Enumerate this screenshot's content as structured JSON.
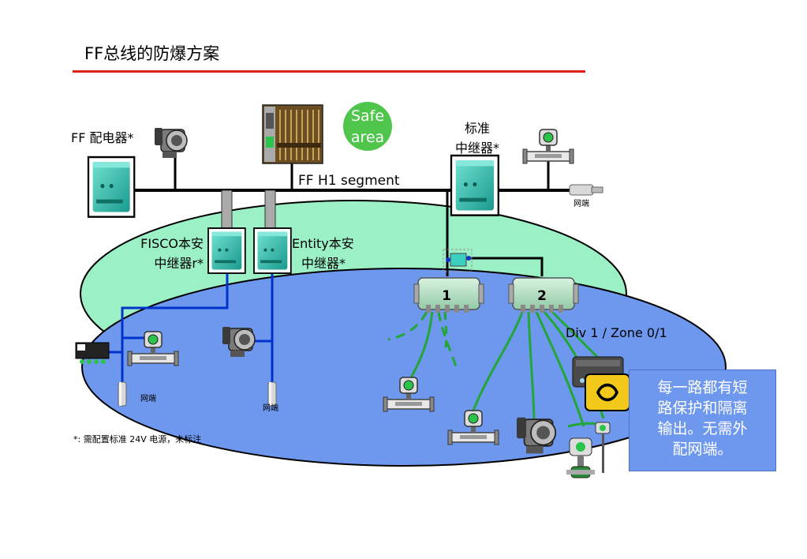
{
  "title": "FF总线的防爆方案",
  "labels": {
    "safe_area": [
      "Safe",
      "area"
    ],
    "ff_power": "FF 配电器*",
    "std_repeater": [
      "标准",
      "中继器*"
    ],
    "h1_segment": "FF H1 segment",
    "fisco_repeater": [
      "FISCO本安",
      "中继器r*"
    ],
    "entity_repeater": [
      "Entity本安",
      "中继器*"
    ],
    "terminator": "网端",
    "junction_1": "1",
    "junction_2": "2",
    "zone": "Div 1 / Zone 0/1",
    "footnote": "*: 需配置标准 24V 电源，未标注"
  },
  "note": [
    "每一路都有短",
    "路保护和隔离",
    "输出。无需外",
    "配网端。"
  ],
  "colors": {
    "title_rule": "#e0201b",
    "safe_area_fill": "#4fc64b",
    "zone_light": "#9cf0c6",
    "zone_blue": "#6e97ee",
    "bus": "#000000",
    "is_cable": "#0033cc",
    "spur_cable": "#21a637",
    "note_bg": "#6e97ee"
  }
}
